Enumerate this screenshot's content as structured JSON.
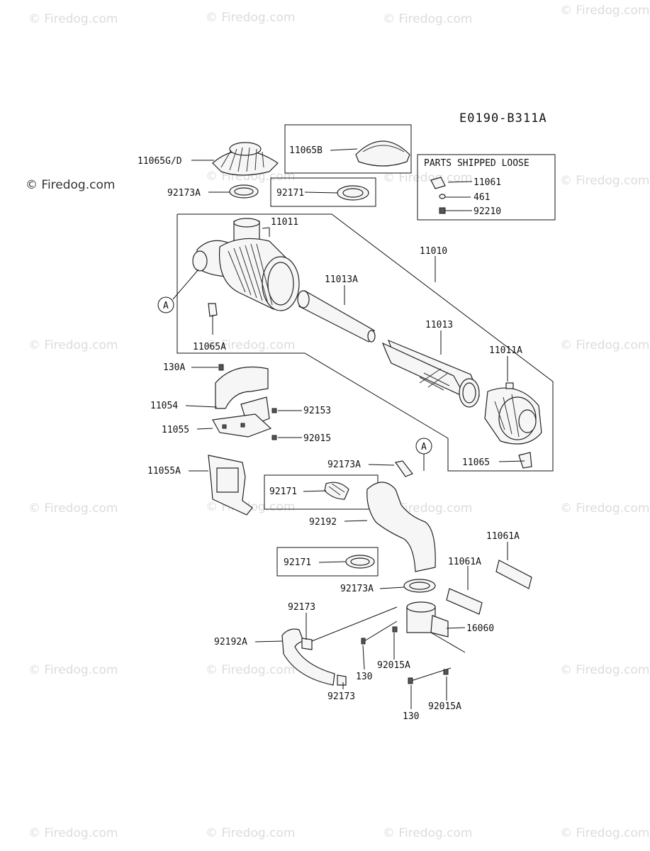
{
  "diagram_code": "E0190-B311A",
  "watermark": "© Firedog.com",
  "loose_box_title": "PARTS SHIPPED LOOSE",
  "callout": "A",
  "labels": {
    "l11065GD": "11065G/D",
    "l11065B": "11065B",
    "l92173A_top": "92173A",
    "l92171_top": "92171",
    "l11061_loose": "11061",
    "l461": "461",
    "l92210": "92210",
    "l11011": "11011",
    "l11010": "11010",
    "l11013A": "11013A",
    "l11065A": "11065A",
    "l11013": "11013",
    "l11011A": "11011A",
    "l130A": "130A",
    "l11054": "11054",
    "l92153": "92153",
    "l11055": "11055",
    "l92015": "92015",
    "l92173A_mid": "92173A",
    "l11065": "11065",
    "l11055A": "11055A",
    "l92171_mid": "92171",
    "l92192": "92192",
    "l11061A_right": "11061A",
    "l11061A_left": "11061A",
    "l92171_low": "92171",
    "l92173A_low": "92173A",
    "l92173_a": "92173",
    "l16060": "16060",
    "l92192A": "92192A",
    "l92015A_a": "92015A",
    "l130_a": "130",
    "l92173_b": "92173",
    "l92015A_b": "92015A",
    "l130_b": "130"
  }
}
